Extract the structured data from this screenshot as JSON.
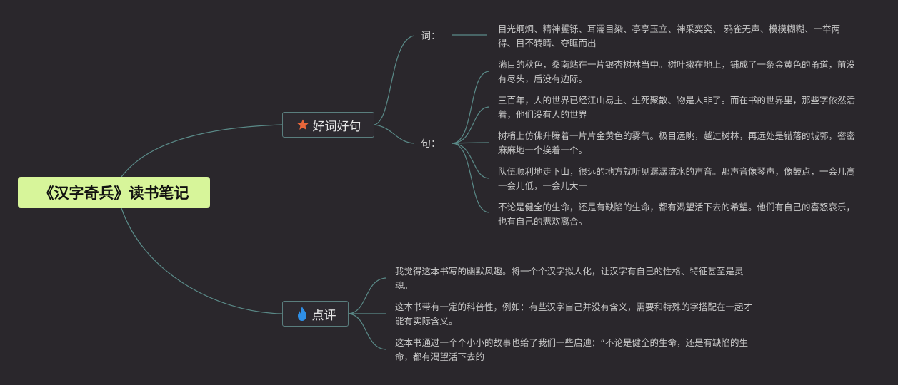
{
  "root": {
    "title": "《汉字奇兵》读书笔记"
  },
  "branches": {
    "good": {
      "label": "好词好句",
      "icon": "star-icon",
      "ci_label": "词：",
      "ju_label": "句：",
      "ci_text": "目光炯炯、精神矍铄、耳濡目染、亭亭玉立、神采奕奕、 鸦雀无声、模模糊糊、一举两得、目不转睛、夺眶而出",
      "sentences": [
        "满目的秋色，桑南站在一片银杏树林当中。树叶撒在地上，铺成了一条金黄色的甬道，前没有尽头，后没有边际。",
        "三百年，人的世界已经江山易主、生死聚散、物是人非了。而在书的世界里，那些字依然活着，他们没有人的世界",
        "树梢上仿佛升腾着一片片金黄色的雾气。极目远眺，越过树林，再远处是错落的城郭，密密麻麻地一个挨着一个。",
        "队伍顺利地走下山，很远的地方就听见潺潺流水的声音。那声音像琴声，像鼓点，一会儿高一会儿低，一会儿大一",
        "不论是健全的生命，还是有缺陷的生命，都有渴望活下去的希望。他们有自己的喜怒哀乐，也有自己的悲欢离合。"
      ]
    },
    "review": {
      "label": "点评",
      "icon": "fire-icon",
      "items": [
        "我觉得这本书写的幽默风趣。将一个个汉字拟人化，让汉字有自己的性格、特征甚至是灵魂。",
        "这本书带有一定的科普性，例如：有些汉字自己并没有含义，需要和特殊的字搭配在一起才能有实际含义。",
        "这本书通过一个个小小的故事也给了我们一些启迪：“不论是健全的生命，还是有缺陷的生命，都有渴望活下去的"
      ]
    }
  },
  "colors": {
    "background": "#2a272c",
    "root": "#d7f59a",
    "line": "#5a8a88",
    "star": "#e8663a",
    "fire": "#2f8fe6"
  }
}
